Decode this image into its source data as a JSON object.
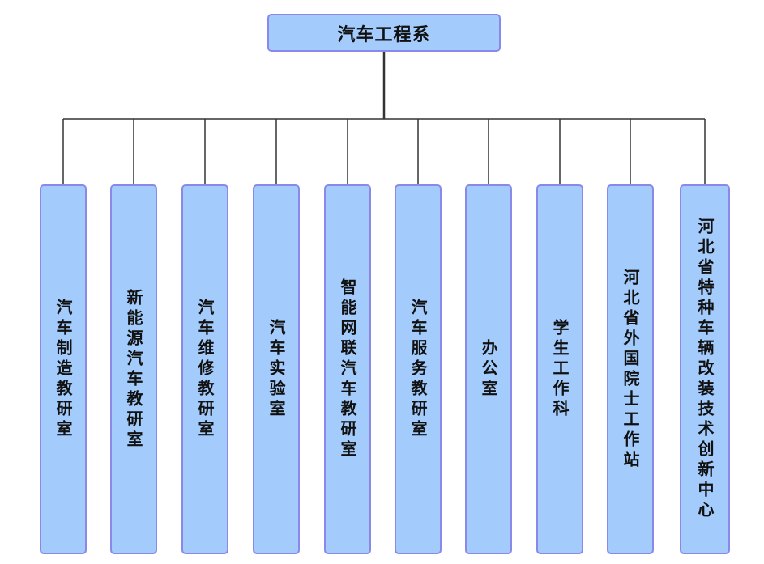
{
  "root": {
    "label": "汽车工程系"
  },
  "departments": [
    {
      "label": "汽车制造教研室"
    },
    {
      "label": "新能源汽车教研室"
    },
    {
      "label": "汽车维修教研室"
    },
    {
      "label": "汽车实验室"
    },
    {
      "label": "智能网联汽车教研室"
    },
    {
      "label": "汽车服务教研室"
    },
    {
      "label": "办公室"
    },
    {
      "label": "学生工作科"
    },
    {
      "label": "河北省外国院士工作站"
    },
    {
      "label": "河北省特种车辆改装技术创新中心"
    }
  ],
  "colors": {
    "node_fill": "#a3cbfb",
    "node_border": "#8a88e8",
    "line": "#333333",
    "text": "#111111"
  }
}
